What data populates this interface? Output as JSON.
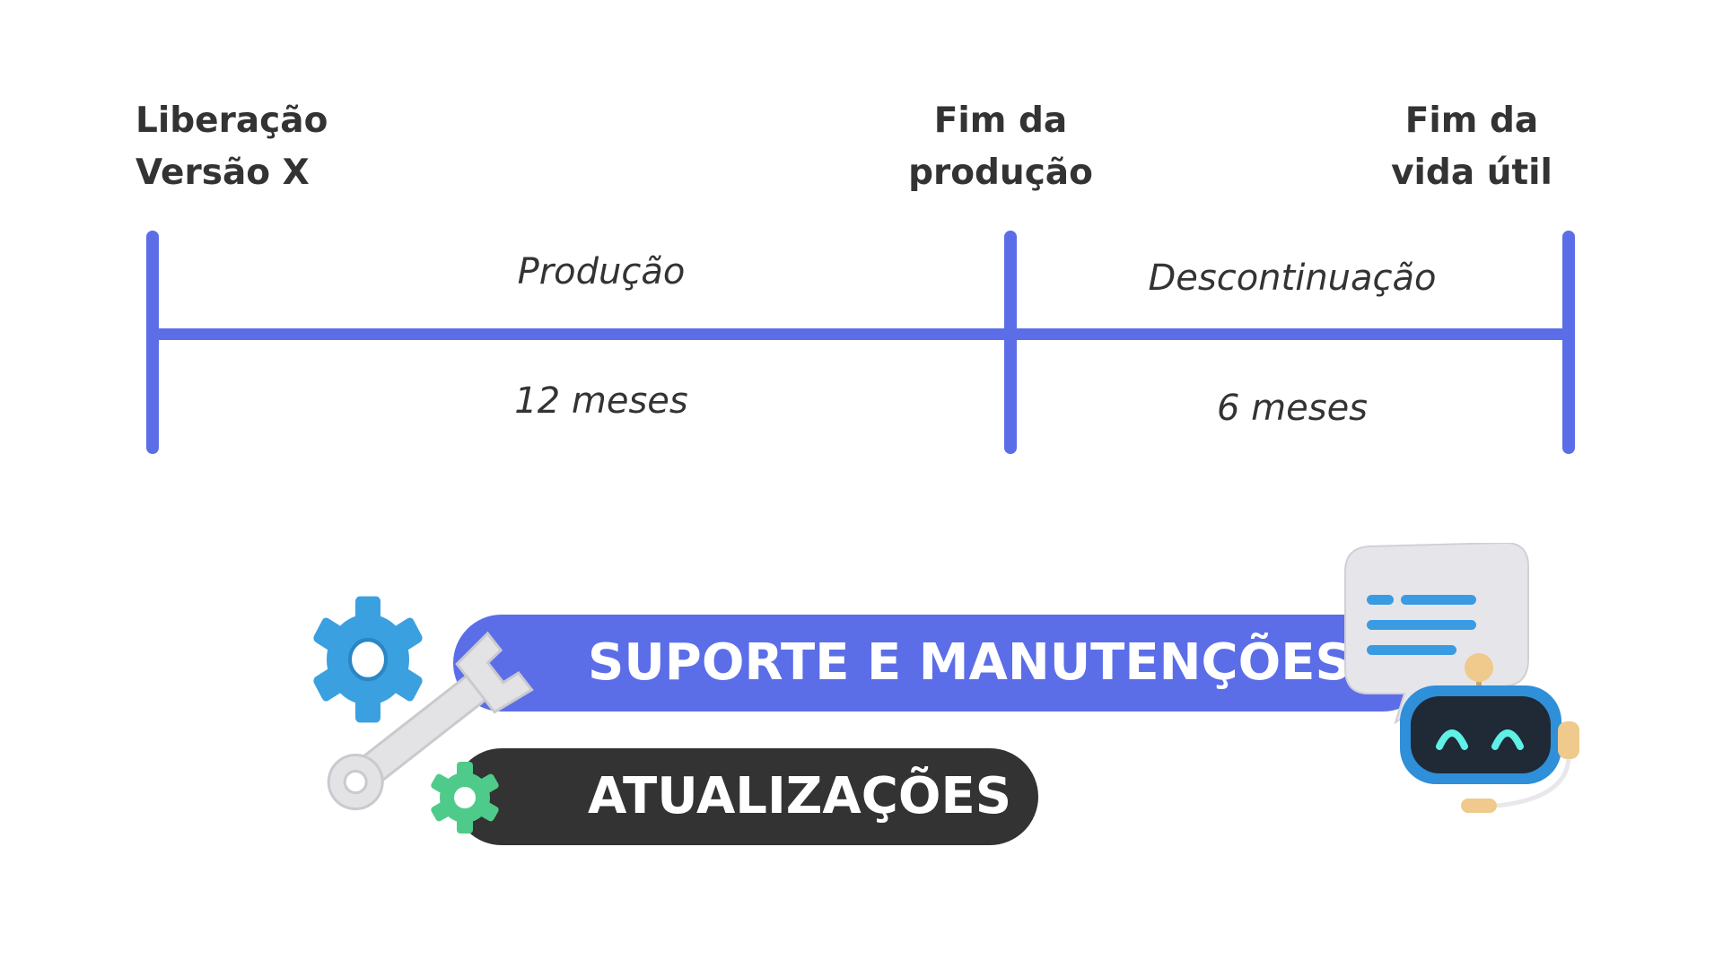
{
  "milestones": {
    "release": "Liberação\nVersão X",
    "end_of_production": "Fim da\nprodução",
    "end_of_life": "Fim da\nvida útil"
  },
  "phases": {
    "production": {
      "label": "Produção",
      "duration": "12 meses"
    },
    "discontinuation": {
      "label": "Descontinuação",
      "duration": "6 meses"
    }
  },
  "banners": {
    "support": "SUPORTE E MANUTENÇÕES",
    "updates": "ATUALIZAÇÕES"
  },
  "icons": [
    "gear-icon",
    "wrench-icon",
    "robot-assistant-icon",
    "document-icon"
  ],
  "colors": {
    "accent": "#5b6ee8",
    "dark": "#333333",
    "text": "#333333",
    "gear_blue": "#3aa0e0",
    "gear_green": "#4ecb8a"
  }
}
